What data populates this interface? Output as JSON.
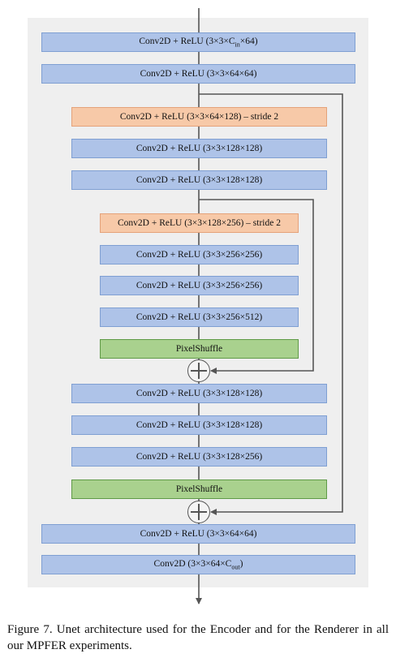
{
  "layers": [
    {
      "id": "enc-conv-1",
      "pre": "Conv2D + ReLU (3×3×C",
      "sub": "in",
      "post": "×64)",
      "kind": "blue"
    },
    {
      "id": "enc-conv-2",
      "pre": "Conv2D + ReLU (3×3×64×64)",
      "sub": "",
      "post": "",
      "kind": "blue"
    },
    {
      "id": "down-1",
      "pre": "Conv2D + ReLU  (3×3×64×128) – stride 2",
      "sub": "",
      "post": "",
      "kind": "orange"
    },
    {
      "id": "enc-conv-3",
      "pre": "Conv2D + ReLU (3×3×128×128)",
      "sub": "",
      "post": "",
      "kind": "blue"
    },
    {
      "id": "enc-conv-4",
      "pre": "Conv2D + ReLU (3×3×128×128)",
      "sub": "",
      "post": "",
      "kind": "blue"
    },
    {
      "id": "down-2",
      "pre": "Conv2D + ReLU (3×3×128×256) – stride 2",
      "sub": "",
      "post": "",
      "kind": "orange"
    },
    {
      "id": "mid-conv-1",
      "pre": "Conv2D + ReLU (3×3×256×256)",
      "sub": "",
      "post": "",
      "kind": "blue"
    },
    {
      "id": "mid-conv-2",
      "pre": "Conv2D + ReLU (3×3×256×256)",
      "sub": "",
      "post": "",
      "kind": "blue"
    },
    {
      "id": "mid-conv-3",
      "pre": "Conv2D + ReLU (3×3×256×512)",
      "sub": "",
      "post": "",
      "kind": "blue"
    },
    {
      "id": "pixelshuffle-1",
      "pre": "PixelShuffle",
      "sub": "",
      "post": "",
      "kind": "green"
    },
    {
      "id": "dec-conv-1",
      "pre": "Conv2D + ReLU (3×3×128×128)",
      "sub": "",
      "post": "",
      "kind": "blue"
    },
    {
      "id": "dec-conv-2",
      "pre": "Conv2D + ReLU (3×3×128×128)",
      "sub": "",
      "post": "",
      "kind": "blue"
    },
    {
      "id": "dec-conv-3",
      "pre": "Conv2D + ReLU (3×3×128×256)",
      "sub": "",
      "post": "",
      "kind": "blue"
    },
    {
      "id": "pixelshuffle-2",
      "pre": "PixelShuffle",
      "sub": "",
      "post": "",
      "kind": "green"
    },
    {
      "id": "out-conv-1",
      "pre": "Conv2D + ReLU (3×3×64×64)",
      "sub": "",
      "post": "",
      "kind": "blue"
    },
    {
      "id": "out-conv-2",
      "pre": "Conv2D (3×3×64×C",
      "sub": "out",
      "post": ")",
      "kind": "blue"
    }
  ],
  "caption": "Figure 7. Unet architecture used for the Encoder and for the Renderer in all our MPFER experiments.",
  "colors": {
    "blue": "#aec3e8",
    "orange": "#f7c9a8",
    "green": "#a9d18e",
    "line": "#555555"
  }
}
